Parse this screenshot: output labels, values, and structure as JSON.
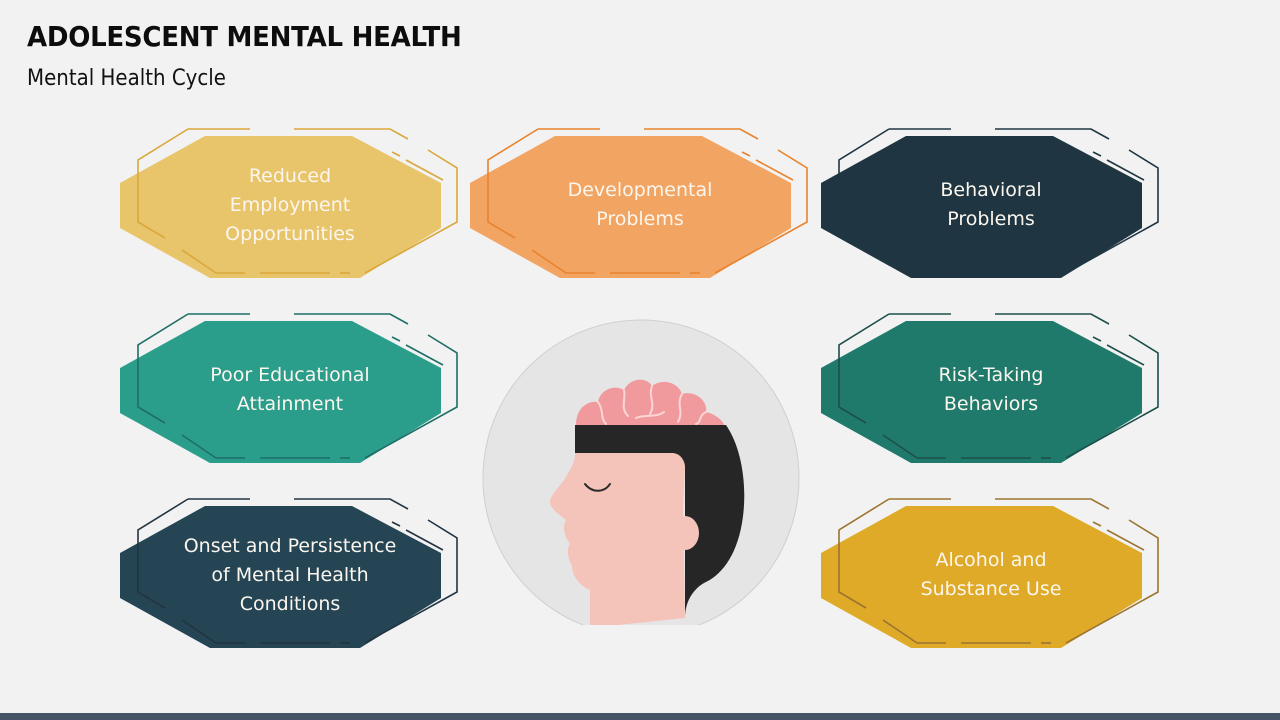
{
  "header": {
    "title": "ADOLESCENT MENTAL HEALTH",
    "subtitle": "Mental Health Cycle"
  },
  "center": {
    "icon": "head-with-brain-icon"
  },
  "cards": [
    {
      "id": "reduced-employment",
      "text": "Reduced\nEmployment\nOpportunities",
      "fill": "#E8C46A",
      "stroke": "#D9A83A"
    },
    {
      "id": "developmental-problems",
      "text": "Developmental\nProblems",
      "fill": "#F2A463",
      "stroke": "#E8832E"
    },
    {
      "id": "behavioral-problems",
      "text": "Behavioral\nProblems",
      "fill": "#1F3642",
      "stroke": "#1F3642"
    },
    {
      "id": "poor-educational-attainment",
      "text": "Poor Educational\nAttainment",
      "fill": "#2A9D8B",
      "stroke": "#1E6E66"
    },
    {
      "id": "risk-taking-behaviors",
      "text": "Risk-Taking\nBehaviors",
      "fill": "#1F7A6C",
      "stroke": "#1C4F4A"
    },
    {
      "id": "onset-persistence",
      "text": "Onset and Persistence\nof Mental Health\nConditions",
      "fill": "#254555",
      "stroke": "#223442"
    },
    {
      "id": "alcohol-substance-use",
      "text": "Alcohol and\nSubstance Use",
      "fill": "#DFAA28",
      "stroke": "#9C7430"
    }
  ],
  "footer": {
    "bar_color": "#465566"
  }
}
